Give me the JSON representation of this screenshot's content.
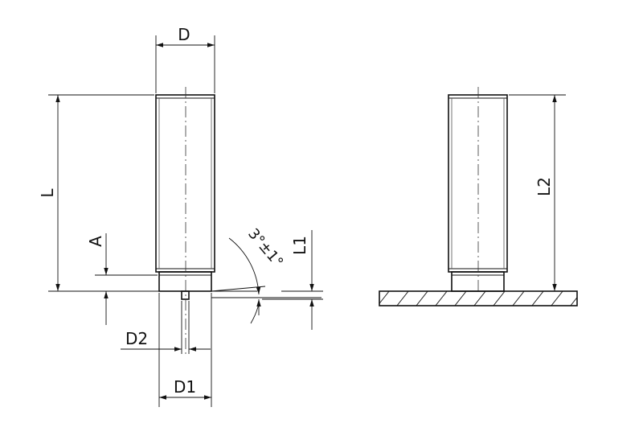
{
  "labels": {
    "D": "D",
    "L": "L",
    "A": "A",
    "L1": "L1",
    "angle": "3°±1°",
    "D2": "D2",
    "D1": "D1",
    "L2": "L2"
  }
}
